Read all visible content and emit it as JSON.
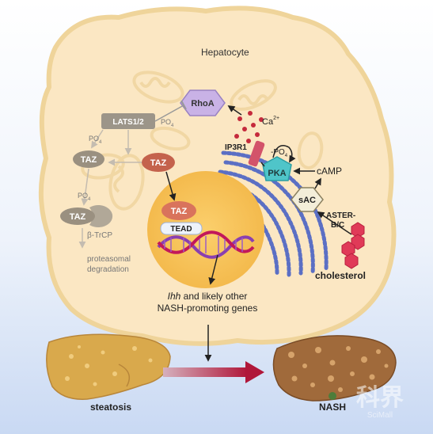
{
  "cell": {
    "title": "Hepatocyte"
  },
  "nodes": {
    "rhoa": "RhoA",
    "lats": "LATS1/2",
    "taz_p1": "TAZ",
    "taz_p2": "TAZ",
    "taz_free": "TAZ",
    "taz_nuc": "TAZ",
    "tead": "TEAD",
    "pka": "PKA",
    "sac": "sAC"
  },
  "labels": {
    "po4_lats": "PO",
    "po4_lats_sub": "4",
    "po4_taz": "PO",
    "po4_taz_sub": "4",
    "po4_taz2": "PO",
    "po4_taz2_sub": "4",
    "po4_pka": "-PO",
    "po4_pka_sub": "4",
    "ca": "Ca",
    "ca_sup": "2+",
    "ip3r1": "IP3R1",
    "camp": "cAMP",
    "aster_1": "ASTER-",
    "aster_2": "B/C",
    "cholesterol": "cholesterol",
    "btrcp": "β-TrCP",
    "proteasomal_1": "proteasomal",
    "proteasomal_2": "degradation",
    "genes_italic": "Ihh",
    "genes_1_rest": " and likely other",
    "genes_2": "NASH-promoting genes",
    "steatosis": "steatosis",
    "nash": "NASH"
  },
  "watermark": {
    "cn": "科界",
    "en": "SciMall"
  },
  "colors": {
    "background_top": "#ffffff",
    "background_bottom": "#c9d9f3",
    "cell_fill": "#fbe7c3",
    "cell_stroke": "#efd49a",
    "nucleus": "#f6bd4f",
    "rhoa": "#c9b2e6",
    "lats": "#9c9589",
    "taz_grey": "#9a9080",
    "taz_red": "#d9735c",
    "pka": "#4fc5c9",
    "sac": "#f3eed9",
    "er_blue": "#5b6fc4",
    "cholesterol": "#e03a58",
    "liver_steatosis": "#d9a94c",
    "liver_nash": "#a06a3b",
    "arrow_red": "#b0173a"
  }
}
